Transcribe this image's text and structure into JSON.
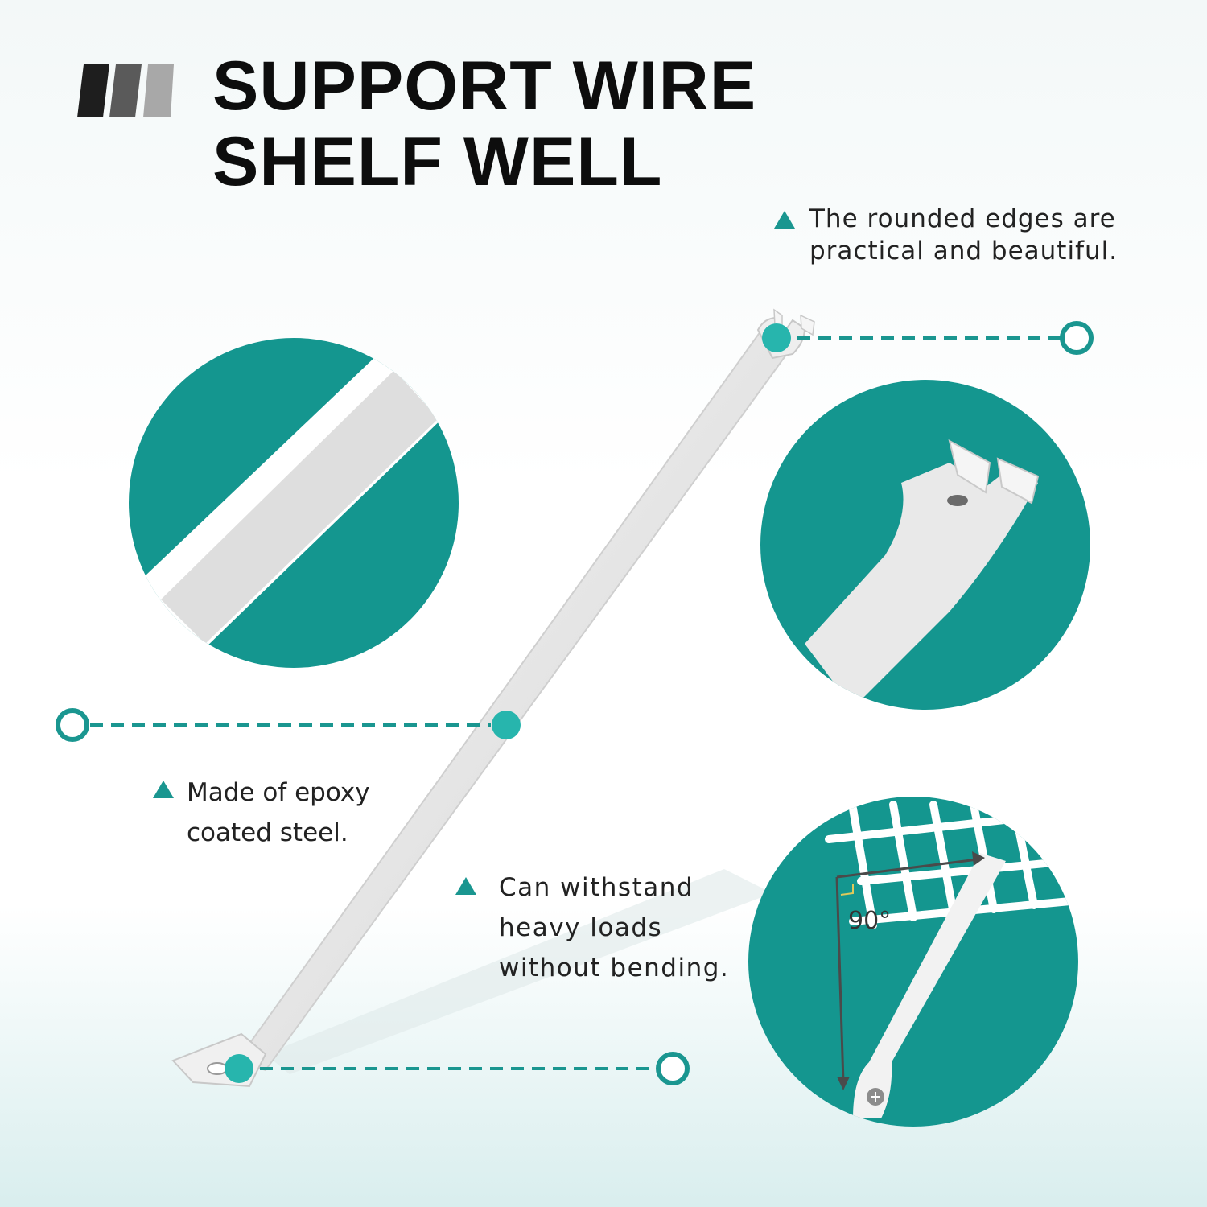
{
  "header": {
    "title_line1": "SUPPORT WIRE",
    "title_line2": "SHELF WELL",
    "bar_colors": [
      "#1e1e1e",
      "#5a5a5a",
      "#a8a8a8"
    ]
  },
  "callouts": [
    {
      "lines": [
        "The rounded edges are",
        "practical and beautiful."
      ]
    },
    {
      "lines": [
        "Made of epoxy",
        "coated steel."
      ]
    },
    {
      "lines": [
        "Can withstand",
        "heavy loads",
        "without bending."
      ]
    }
  ],
  "detail_angle": "90°",
  "colors": {
    "accent": "#1a9690",
    "teal_circle": "#14968f",
    "steel": "#e8e8e8"
  }
}
